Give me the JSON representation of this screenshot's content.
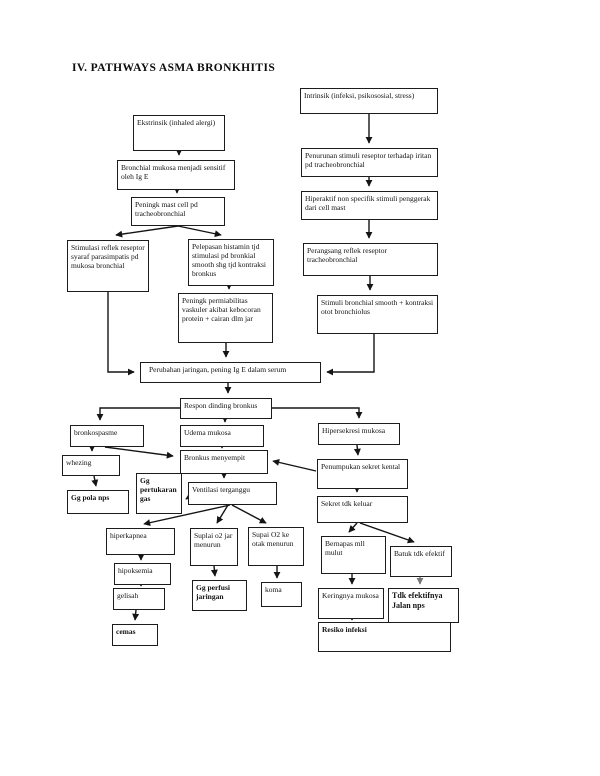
{
  "title": "IV. PATHWAYS ASMA BRONKHITIS",
  "boxes": {
    "ekstrinsik": "Ekstrinsik (inhaled alergi)",
    "intrinsik": "Intrinsik (infeksi, psikososial, stress)",
    "bronchial_mukosa": "Bronchial mukosa menjadi sensitif oleh Ig E",
    "peningk_mast": "Peningk mast cell pd tracheobronchial",
    "penurunan_stimuli": "Penurunan stimuli reseptor terhadap iritan pd tracheobronchial",
    "hiperaktif": "Hiperaktif non specifik stimuli penggerak dari cell mast",
    "perangsang": "Perangsang reflek reseptor tracheobronchial",
    "stimuli_bronchial": "Stimuli bronchial smooth + kontraksi otot bronchiolus",
    "stimulasi_reflek": "Stimulasi reflek reseptor syaraf parasimpatis pd mukosa bronchial",
    "pelepasan": "Pelepasan histamin tjd stimulasi pd bronkial smooth shg tjd kontraksi bronkus",
    "peningk_permiabilitas": "Peningk permiabilitas vaskuler akibat kebocoran protein + cairan dlm jar",
    "perubahan": "Perubahan jaringan, pening Ig E dalam serum",
    "respon": "Respon dinding bronkus",
    "bronkospasme": "bronkospasme",
    "udema": "Udema mukosa",
    "hipersekresi": "Hipersekresi mukosa",
    "whezing": "whezing",
    "bronkus_menyempit": "Bronkus menyempit",
    "penumpukan": "Penumpukan sekret kental",
    "gg_pola": "Gg pola nps",
    "gg_pertukaran": "Gg pertukaran gas",
    "ventilasi": "Ventilasi terganggu",
    "sekret": "Sekret tdk keluar",
    "hiperkapnea": "hiperkapnea",
    "suplai_jar": "Suplai o2 jar menurun",
    "suplai_otak": "Supai O2 ke otak menurun",
    "bernapas": "Bernapas mll mulut",
    "batuk": "Batuk tdk efektif",
    "hipoksemia": "hipoksemia",
    "gg_perfusi": "Gg perfusi jaringan",
    "koma": "koma",
    "gelisah": "gelisah",
    "keringnya": "Keringnya mukosa",
    "tdk_efektif": "Tdk efektifnya Jalan nps",
    "resiko": "Resiko infeksi",
    "cemas": "cemas"
  },
  "colors": {
    "line": "#151515",
    "muted_arrow": "#777777"
  }
}
